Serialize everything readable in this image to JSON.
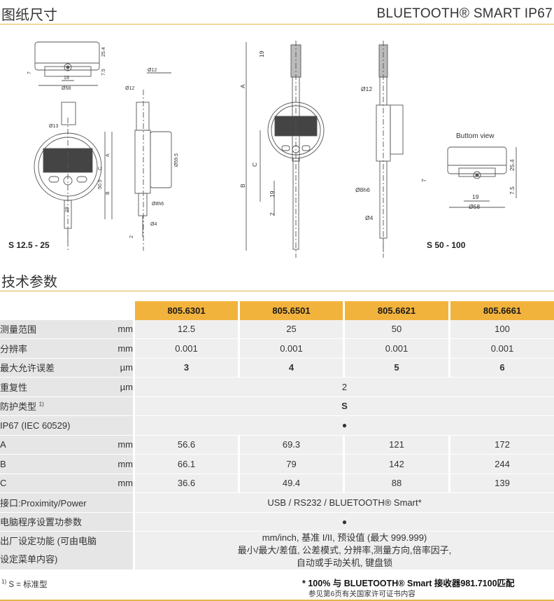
{
  "header": {
    "title": "图纸尺寸",
    "product": "BLUETOOTH® SMART IP67"
  },
  "drawing": {
    "label_small": "S 12.5 - 25",
    "label_large": "S 50 - 100",
    "bottom_view": "Buttom view",
    "dims": {
      "d19": "19",
      "d25_4": "25.4",
      "d7": "7",
      "d7_5": "7.5",
      "d58": "Ø58",
      "d12": "Ø12",
      "d8h6": "Ø8h6",
      "d4": "Ø4",
      "d2": "2",
      "dA": "A",
      "dB": "B",
      "dC": "C",
      "d59_5": "Ø59.5",
      "d50_5": "50.5",
      "d13": "Ø13"
    }
  },
  "section2": {
    "title": "技术参数"
  },
  "table": {
    "models": [
      "805.6301",
      "805.6501",
      "805.6621",
      "805.6661"
    ],
    "rows": [
      {
        "label": "测量范围",
        "unit": "mm",
        "values": [
          "12.5",
          "25",
          "50",
          "100"
        ]
      },
      {
        "label": "分辨率",
        "unit": "mm",
        "values": [
          "0.001",
          "0.001",
          "0.001",
          "0.001"
        ]
      },
      {
        "label": "最大允许误差",
        "unit": "µm",
        "values": [
          "3",
          "4",
          "5",
          "6"
        ]
      },
      {
        "label": "重复性",
        "unit": "µm",
        "merged": "2"
      },
      {
        "label": "防护类型",
        "unit": "",
        "merged": "S"
      },
      {
        "label": "IP67 (IEC 60529)",
        "unit": "",
        "merged": "●"
      },
      {
        "label": "A",
        "unit": "mm",
        "values": [
          "56.6",
          "69.3",
          "121",
          "172"
        ]
      },
      {
        "label": "B",
        "unit": "mm",
        "values": [
          "66.1",
          "79",
          "142",
          "244"
        ]
      },
      {
        "label": "C",
        "unit": "mm",
        "values": [
          "36.6",
          "49.4",
          "88",
          "139"
        ]
      },
      {
        "label": "接口:Proximity/Power",
        "unit": "",
        "merged": "USB / RS232 / BLUETOOTH® Smart*"
      },
      {
        "label": "电脑程序设置功参数",
        "unit": "",
        "merged": "●"
      }
    ],
    "factory_label_line1": "出厂设定功能 (可由电脑",
    "factory_label_line2": "设定菜单内容)",
    "factory_value_line1": "mm/inch, 基准 I/II, 预设值 (最大 999.999)",
    "factory_value_line2": "最小/最大/差值, 公差模式, 分辨率,测量方向,倍率因子,",
    "factory_value_line3": "自动或手动关机, 键盘锁",
    "protection_footnote_mark": "1)"
  },
  "footer": {
    "footnote_mark": "1)",
    "footnote": "S = 标准型",
    "note": "* 100% 与 BLUETOOTH® Smart 接收器981.7100匹配",
    "note_sub": "参见第6页有关国家许可证书内容"
  },
  "colors": {
    "accent": "#f2b33d",
    "line": "#e2b64a",
    "row": "#e6e6e6"
  }
}
